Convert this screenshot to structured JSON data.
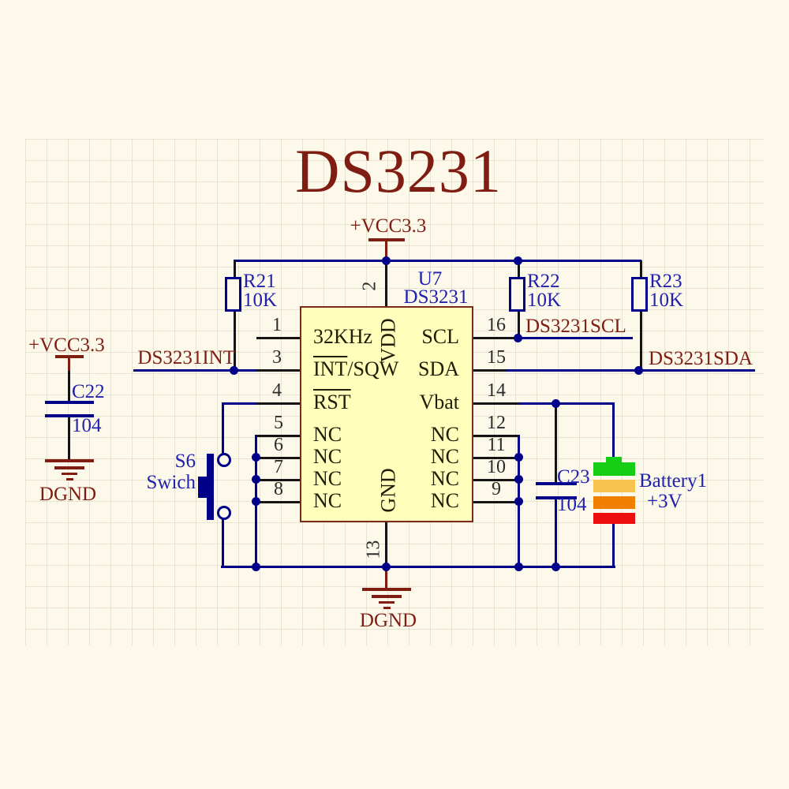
{
  "sheet": {
    "title": "DS3231"
  },
  "power": {
    "vcc": "+VCC3.3",
    "gnd": "DGND"
  },
  "nets": {
    "int": "DS3231INT",
    "scl": "DS3231SCL",
    "sda": "DS3231SDA"
  },
  "ic": {
    "refdes": "U7",
    "part": "DS3231",
    "top_pin": {
      "num": "2",
      "name": "VDD"
    },
    "bottom_pin": {
      "num": "13",
      "name": "GND"
    },
    "left_pins": [
      {
        "num": "1",
        "name": "32KHz"
      },
      {
        "num": "3",
        "name_over": "INT",
        "name_rest": "/SQW"
      },
      {
        "num": "4",
        "name_over": "RST",
        "name_rest": ""
      },
      {
        "num": "5",
        "name": "NC"
      },
      {
        "num": "6",
        "name": "NC"
      },
      {
        "num": "7",
        "name": "NC"
      },
      {
        "num": "8",
        "name": "NC"
      }
    ],
    "right_pins": [
      {
        "num": "16",
        "name": "SCL"
      },
      {
        "num": "15",
        "name": "SDA"
      },
      {
        "num": "14",
        "name": "Vbat"
      },
      {
        "num": "12",
        "name": "NC"
      },
      {
        "num": "11",
        "name": "NC"
      },
      {
        "num": "10",
        "name": "NC"
      },
      {
        "num": "9",
        "name": "NC"
      }
    ]
  },
  "resistors": [
    {
      "ref": "R21",
      "value": "10K"
    },
    {
      "ref": "R22",
      "value": "10K"
    },
    {
      "ref": "R23",
      "value": "10K"
    }
  ],
  "capacitors": [
    {
      "ref": "C22",
      "value": "104"
    },
    {
      "ref": "C23",
      "value": "104"
    }
  ],
  "switch": {
    "ref": "S6",
    "label": "Swich"
  },
  "battery": {
    "ref": "Battery1",
    "voltage": "+3V"
  },
  "colors": {
    "bg": "#fcf8ea",
    "wire": "#000089",
    "lead": "#141414",
    "maroon": "#801d12",
    "blue": "#2121ae",
    "icfill": "#fffebb",
    "icborder": "#7b2a1e",
    "pintext": "#1e1e06",
    "pinnum": "#2b2b2b",
    "batgreen": "#17ce17",
    "batyellow": "#f6c44f",
    "batorange": "#f07f00",
    "batred": "#ec0e0e"
  }
}
